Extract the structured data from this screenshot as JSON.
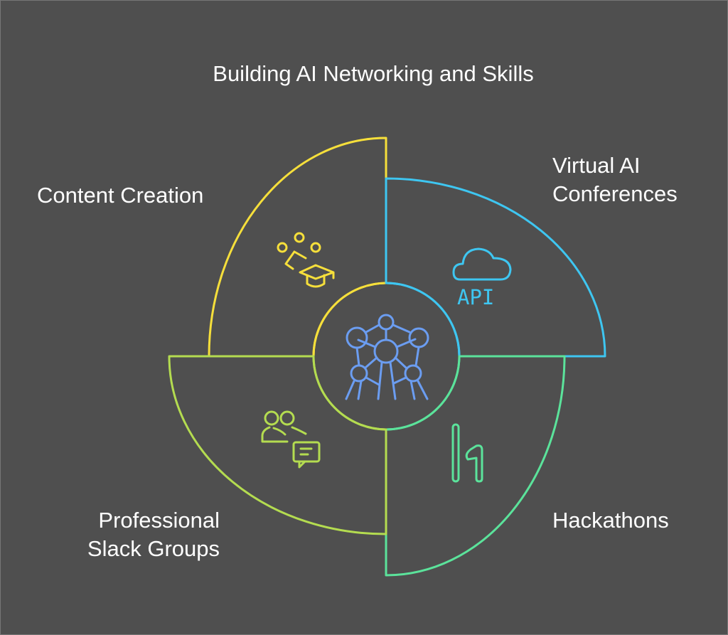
{
  "title": "Building AI Networking and Skills",
  "segments": [
    {
      "label": "Content Creation",
      "icon": "people-graduation-cap-icon",
      "color": "#f6df3b"
    },
    {
      "label_line1": "Virtual AI",
      "label_line2": "Conferences",
      "icon": "cloud-api-icon",
      "icon_text": "API",
      "color": "#3ec6f1"
    },
    {
      "label": "Hackathons",
      "icon": "hackerone-icon",
      "color": "#5be39b"
    },
    {
      "label_line1": "Professional",
      "label_line2": "Slack Groups",
      "icon": "users-chat-icon",
      "color": "#b4dc50"
    }
  ],
  "center": {
    "icon": "atomium-network-icon",
    "color": "#6b9df1"
  }
}
